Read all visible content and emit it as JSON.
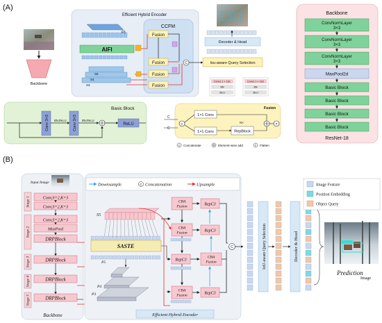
{
  "panel_a": {
    "label": "(A)",
    "backbone_label": "Backbone",
    "encoder_title": "Efficient Hybrid Encoder",
    "aifi_label": "AIFI",
    "s_levels": [
      "S5",
      "S4",
      "S3"
    ],
    "f5_label": "F5",
    "ccfm_title": "CCFM",
    "fusion_label": "Fusion",
    "concat_glyph": "C",
    "decoder_label": "Decoder & Head",
    "iou_label": "Iou-aware Query Selection",
    "conv_small_1": [
      "Conv1 1 × 1S1",
      "BN",
      "SiLU"
    ],
    "conv_small_2": [
      "Conv1 1 × 1S2",
      "BN",
      "SiLU"
    ],
    "basic_block": {
      "title": "Basic Block",
      "conv_label": "Conv 3×3",
      "bn_relu": "BN,ReLU",
      "relu_box": "ReLU"
    },
    "fusion_detail": {
      "title": "Fusion",
      "conv1": "1×1 Conv",
      "conv2": "1×1 Conv",
      "rep": "RepBlock",
      "n_label": "N×",
      "in_label": "C",
      "flat_label": "F"
    },
    "legend": [
      "Concatenate",
      "Element-wise add",
      "Flatten"
    ],
    "backbone_panel": {
      "title": "Backbone",
      "layers": [
        "ConvNormLayer 3×3",
        "ConvNormLayer 3×3",
        "ConvNormLayer 3×3",
        "MaxPool2d",
        "Basic Block",
        "Basic Block",
        "Basic Block",
        "Basic Block"
      ],
      "footer": "ResNet-18"
    }
  },
  "panel_b": {
    "label": "(B)",
    "input_label": "Input Image",
    "stages": [
      "Stage 1",
      "Stage 2",
      "Stage 3",
      "Stage 4",
      "Stage 5"
    ],
    "blocks": [
      "Conv,S=2,K=3",
      "Conv,S=2,K=3",
      "Conv,S=2,K=3",
      "MaxPool",
      "DRPBlock",
      "DRPBlock",
      "DRPBlock",
      "DRPBlock"
    ],
    "backbone_footer": "Backbone",
    "legend_top": [
      "Downsample",
      "Concatenation",
      "Upsample"
    ],
    "s5_label": "S5",
    "saste_label": "SASTE",
    "p_levels": [
      "P5",
      "P4",
      "P3"
    ],
    "cba_label": "CBA Fusion",
    "repc3_label": "RepC3",
    "encoder_footer": "Efficient Hybrid Encoder",
    "iou_label": "IoU-aware Query Selection",
    "decoder_label": "Decoder & Head",
    "legend_right": [
      "Image Feature",
      "Position Embedding",
      "Object Query"
    ],
    "prediction_label": "Prediction",
    "prediction_suffix": "Image"
  },
  "colors": {
    "green_block": "#7fd39a",
    "blue_feature": "#9fc7ea",
    "pink_box": "#f7c8cf",
    "yellow_box": "#fdf2b8",
    "purple_box": "#d9d3ef",
    "saste": "#f4ecb3",
    "accent_red": "#e0302a",
    "accent_blue": "#3d9fe0"
  }
}
